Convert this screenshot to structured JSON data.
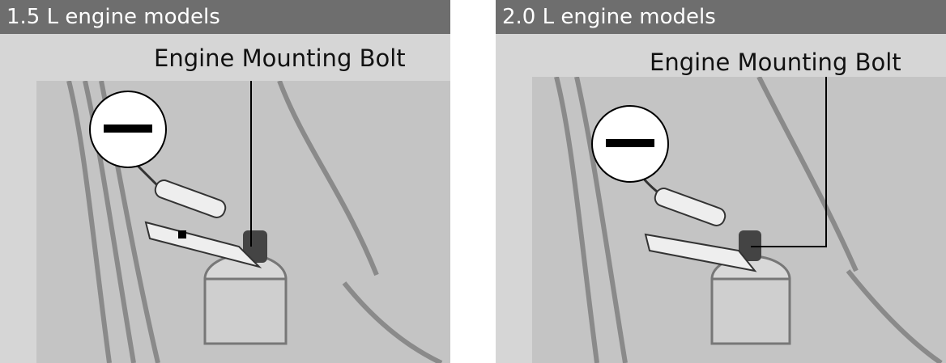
{
  "panels": [
    {
      "title": "1.5 L engine models",
      "callout": "Engine Mounting Bolt",
      "terminal_icon": "negative-terminal-icon"
    },
    {
      "title": "2.0 L engine models",
      "callout": "Engine Mounting Bolt",
      "terminal_icon": "negative-terminal-icon"
    }
  ]
}
